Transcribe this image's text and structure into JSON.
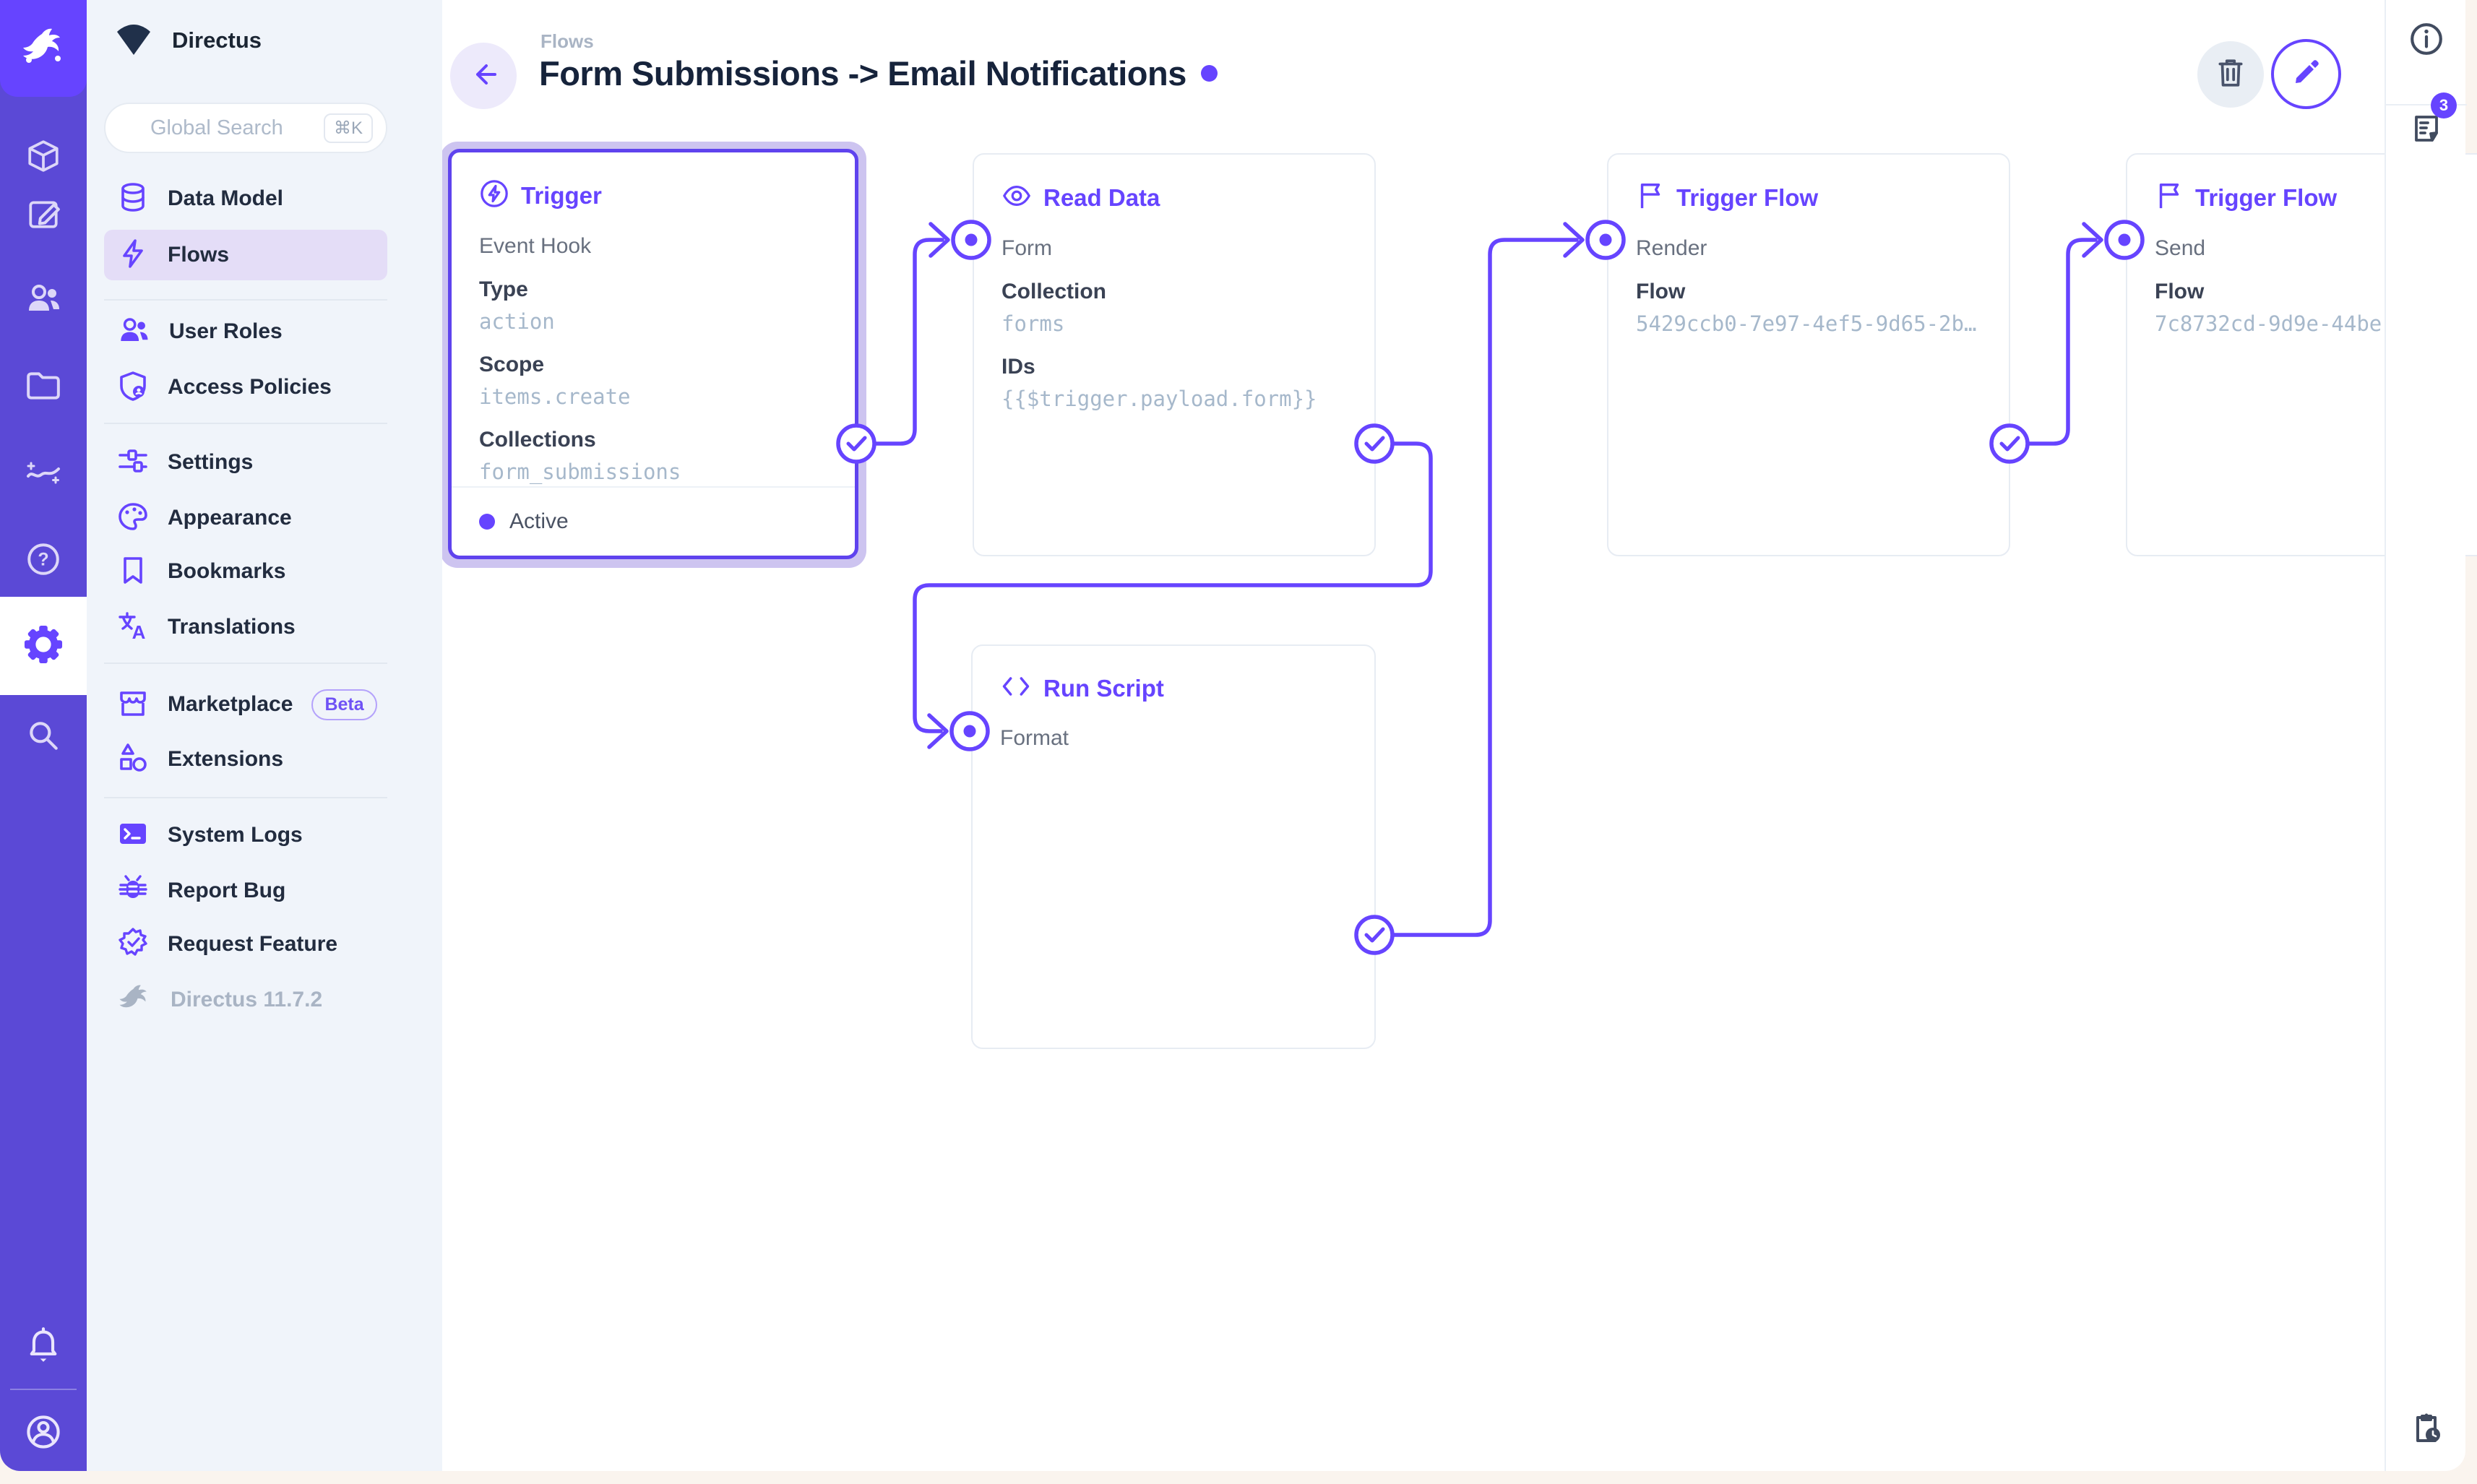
{
  "app": {
    "project_name": "Directus",
    "version": "Directus 11.7.2"
  },
  "search": {
    "placeholder": "Global Search",
    "shortcut": "⌘K"
  },
  "sidebar": {
    "groups": [
      {
        "items": [
          {
            "icon": "database-icon",
            "label": "Data Model"
          },
          {
            "icon": "bolt-icon",
            "label": "Flows",
            "active": true
          }
        ]
      },
      {
        "items": [
          {
            "icon": "users-icon",
            "label": "User Roles"
          },
          {
            "icon": "shield-icon",
            "label": "Access Policies"
          }
        ]
      },
      {
        "items": [
          {
            "icon": "sliders-icon",
            "label": "Settings"
          },
          {
            "icon": "palette-icon",
            "label": "Appearance"
          },
          {
            "icon": "bookmark-icon",
            "label": "Bookmarks"
          },
          {
            "icon": "translate-icon",
            "label": "Translations"
          }
        ]
      },
      {
        "items": [
          {
            "icon": "storefront-icon",
            "label": "Marketplace",
            "badge": "Beta"
          },
          {
            "icon": "shapes-icon",
            "label": "Extensions"
          }
        ]
      },
      {
        "items": [
          {
            "icon": "terminal-icon",
            "label": "System Logs"
          },
          {
            "icon": "bug-icon",
            "label": "Report Bug"
          },
          {
            "icon": "seal-check-icon",
            "label": "Request Feature"
          }
        ]
      }
    ]
  },
  "header": {
    "breadcrumb": "Flows",
    "title": "Form Submissions -> Email Notifications"
  },
  "flow": {
    "panels": [
      {
        "title": "Trigger",
        "icon": "bolt-circle-icon",
        "name": "Event Hook",
        "selected": true,
        "fields": [
          {
            "label": "Type",
            "value": "action"
          },
          {
            "label": "Scope",
            "value": "items.create"
          },
          {
            "label": "Collections",
            "value": "form_submissions"
          }
        ],
        "status": "Active"
      },
      {
        "title": "Read Data",
        "icon": "eye-icon",
        "name": "Form",
        "fields": [
          {
            "label": "Collection",
            "value": "forms"
          },
          {
            "label": "IDs",
            "value": "{{$trigger.payload.form}}"
          }
        ]
      },
      {
        "title": "Trigger Flow",
        "icon": "flag-icon",
        "name": "Render",
        "fields": [
          {
            "label": "Flow",
            "value": "5429ccb0-7e97-4ef5-9d65-2b…"
          }
        ]
      },
      {
        "title": "Trigger Flow",
        "icon": "flag-icon",
        "name": "Send",
        "fields": [
          {
            "label": "Flow",
            "value": "7c8732cd-9d9e-44be"
          }
        ]
      },
      {
        "title": "Run Script",
        "icon": "code-icon",
        "name": "Format",
        "fields": []
      }
    ]
  },
  "right_sidebar": {
    "notices_count": "3"
  },
  "colors": {
    "accent": "#6644FF",
    "module_bar": "#5B49D6",
    "sidebar_bg": "#F0F4FA",
    "page_bg": "#FAF4EE",
    "mono_text": "#A6B8CB",
    "selected_halo": "#CDC4F0"
  }
}
